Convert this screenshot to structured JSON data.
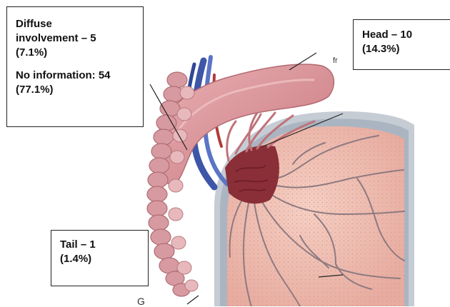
{
  "labels": {
    "diffuse_line1": "Diffuse",
    "diffuse_line2": "involvement – 5",
    "diffuse_pct": "(7.1%)",
    "noinfo_line": "No information: 54",
    "noinfo_pct": "(77.1%)",
    "head_line": "Head – 10",
    "head_pct": "(14.3%)",
    "tail_line": "Tail – 1",
    "tail_pct": "(1.4%)"
  },
  "marks": {
    "fr": "fr",
    "g": "G"
  },
  "colors": {
    "epididymis_pink": "#d8939a",
    "testis_fill": "#f0c2b6",
    "tunica_gray": "#b9c2cc",
    "vessel_blue": "#4a62b8",
    "rete_dark": "#7b2530",
    "callout_border": "#222222"
  }
}
